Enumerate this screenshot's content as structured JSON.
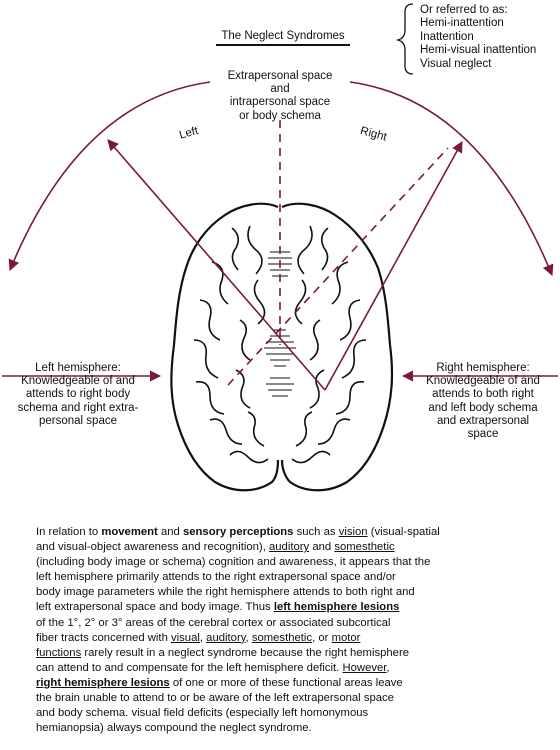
{
  "title": "The Neglect Syndromes",
  "also_known_as": {
    "intro": "Or referred to as:",
    "items": [
      "Hemi-inattention",
      "Inattention",
      "Hemi-visual inattention",
      "Visual neglect"
    ]
  },
  "space_label": [
    "Extrapersonal space",
    "and",
    "intrapersonal space",
    "or body schema"
  ],
  "direction_labels": {
    "left": "Left",
    "right": "Right"
  },
  "left_hemisphere": {
    "heading": "Left hemisphere:",
    "lines": [
      "Knowledgeable of and",
      "attends to  right body",
      "schema and right extra-",
      "personal space"
    ]
  },
  "right_hemisphere": {
    "heading": "Right hemisphere:",
    "lines": [
      "Knowledgeable of and",
      "attends to both right",
      "and left body schema",
      "and extrapersonal",
      "space"
    ]
  },
  "colors": {
    "arrow": "#7a1a3a",
    "text": "#111111"
  },
  "icons": {
    "brain": "brain-outline-icon"
  },
  "paragraph": [
    [
      {
        "t": "In relation to "
      },
      {
        "t": "movement",
        "s": "b"
      },
      {
        "t": " and "
      },
      {
        "t": "sensory perceptions",
        "s": "b"
      },
      {
        "t": " such as "
      },
      {
        "t": "vision",
        "s": "u"
      },
      {
        "t": " (visual-spatial"
      }
    ],
    [
      {
        "t": "and visual-object awareness and recognition), "
      },
      {
        "t": "auditory",
        "s": "u"
      },
      {
        "t": " and "
      },
      {
        "t": "somesthetic",
        "s": "u"
      }
    ],
    [
      {
        "t": "(including body image or schema) cognition and awareness, it appears that the"
      }
    ],
    [
      {
        "t": "left hemisphere primarily attends to the right extrapersonal space and/or"
      }
    ],
    [
      {
        "t": "body image parameters while the right hemisphere attends to both right and"
      }
    ],
    [
      {
        "t": "left extrapersonal space and body image. Thus "
      },
      {
        "t": "left hemisphere lesions",
        "s": "bu"
      }
    ],
    [
      {
        "t": "of the 1°, 2° or 3° areas of the cerebral cortex or associated subcortical"
      }
    ],
    [
      {
        "t": "fiber tracts concerned with "
      },
      {
        "t": "visual",
        "s": "u"
      },
      {
        "t": ", "
      },
      {
        "t": "auditory",
        "s": "u"
      },
      {
        "t": ", "
      },
      {
        "t": "somesthetic",
        "s": "u"
      },
      {
        "t": ", or "
      },
      {
        "t": "motor",
        "s": "u"
      }
    ],
    [
      {
        "t": "functions",
        "s": "u"
      },
      {
        "t": " rarely result in a neglect syndrome because the right hemisphere"
      }
    ],
    [
      {
        "t": "can attend to and compensate for the left hemisphere deficit. "
      },
      {
        "t": "However,",
        "s": "u"
      }
    ],
    [
      {
        "t": "right hemisphere lesions",
        "s": "bu"
      },
      {
        "t": " of one or more of these functional areas leave"
      }
    ],
    [
      {
        "t": "the brain unable to attend to or be aware of the left extrapersonal space"
      }
    ],
    [
      {
        "t": "and body schema. visual field deficits (especially left homonymous"
      }
    ],
    [
      {
        "t": "hemianopsia) always compound the neglect syndrome."
      }
    ]
  ]
}
